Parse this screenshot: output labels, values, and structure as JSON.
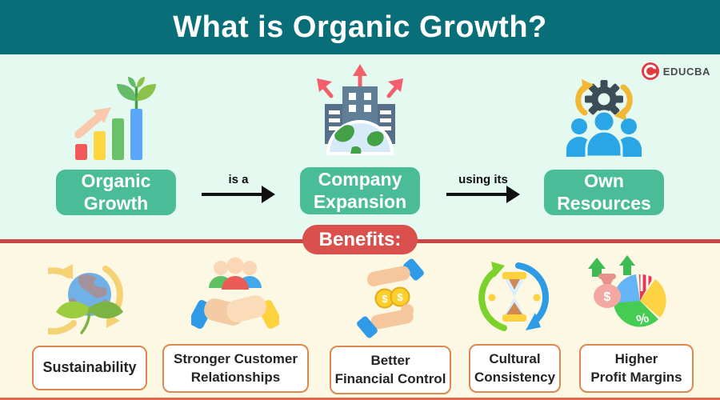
{
  "colors": {
    "header_bg": "#086f78",
    "definition_bg": "#e4faf0",
    "node_button_bg": "#4abd98",
    "benefits_pill_red": "#d9504c",
    "divider_red": "#cc4647",
    "benefits_bg": "#fdf8e4",
    "label_box_border": "#dd8851",
    "arrow_black": "#101010",
    "bottom_strip": "#e1674c"
  },
  "header": {
    "title": "What is Organic Growth?"
  },
  "brand": {
    "name": "EDUCBA",
    "logo_icon": "educba-swirl-icon"
  },
  "definition": {
    "nodes": [
      {
        "label": "Organic\nGrowth",
        "icon": "growth-chart-plant-icon"
      },
      {
        "label": "Company\nExpansion",
        "icon": "building-globe-expansion-icon"
      },
      {
        "label": "Own\nResources",
        "icon": "team-gear-icon"
      }
    ],
    "connectors": [
      {
        "label": "is a"
      },
      {
        "label": "using its"
      }
    ]
  },
  "benefits": {
    "heading": "Benefits:",
    "items": [
      {
        "label": "Sustainability",
        "icon": "globe-leaf-recycle-icon"
      },
      {
        "label": "Stronger Customer\nRelationships",
        "icon": "handshake-people-icon"
      },
      {
        "label": "Better\nFinancial Control",
        "icon": "hands-coins-icon"
      },
      {
        "label": "Cultural\nConsistency",
        "icon": "hourglass-cycle-icon"
      },
      {
        "label": "Higher\nProfit Margins",
        "icon": "money-bag-pie-chart-icon"
      }
    ]
  }
}
